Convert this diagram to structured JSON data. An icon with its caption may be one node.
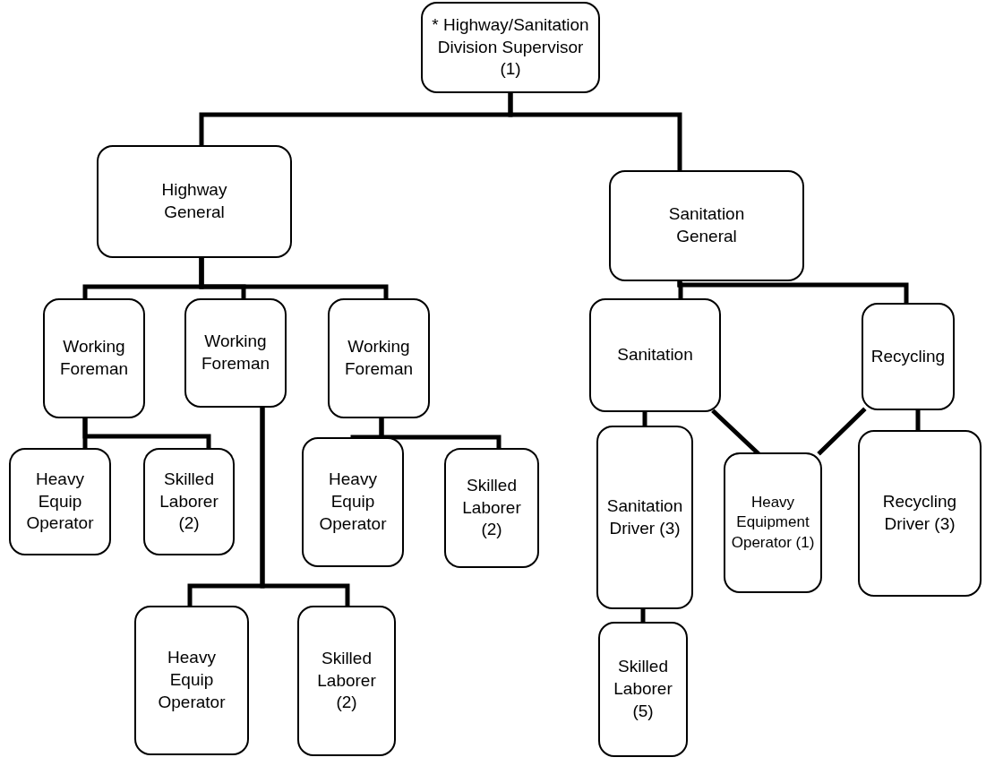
{
  "diagram": {
    "nodes": [
      {
        "text": [
          "* Highway/Sanitation Division Supervisor (1)"
        ]
      },
      {
        "text": [
          "Highway General"
        ]
      },
      {
        "text": [
          "Sanitation General"
        ]
      },
      {
        "text": [
          "Working Foreman"
        ]
      },
      {
        "text": [
          "Working Foreman"
        ]
      },
      {
        "text": [
          "Working Foreman"
        ]
      },
      {
        "text": [
          "Sanitation"
        ]
      },
      {
        "text": [
          "Recycling"
        ]
      },
      {
        "text": [
          "Heavy Equip Operator"
        ]
      },
      {
        "text": [
          "Skilled Laborer (2)"
        ]
      },
      {
        "text": [
          "Heavy Equip Operator"
        ]
      },
      {
        "text": [
          "Skilled Laborer (2)"
        ]
      },
      {
        "text": [
          "Heavy Equip Operator"
        ]
      },
      {
        "text": [
          "Skilled Laborer (2)"
        ]
      },
      {
        "text": [
          "Sanitation Driver (3)"
        ]
      },
      {
        "text": [
          "Heavy Equipment Operator (1)"
        ]
      },
      {
        "text": [
          "Recycling Driver (3)"
        ]
      },
      {
        "text": [
          "Skilled Laborer (5)"
        ]
      }
    ],
    "edges": [
      {
        "from": 0,
        "to": 1,
        "arrow": "none"
      },
      {
        "from": 0,
        "to": 2,
        "arrow": "none"
      },
      {
        "from": 1,
        "to": 3,
        "arrow": "none"
      },
      {
        "from": 1,
        "to": 4,
        "arrow": "none"
      },
      {
        "from": 1,
        "to": 5,
        "arrow": "none"
      },
      {
        "from": 2,
        "to": 6,
        "arrow": "none"
      },
      {
        "from": 2,
        "to": 7,
        "arrow": "none"
      },
      {
        "from": 3,
        "to": 8,
        "arrow": "none"
      },
      {
        "from": 3,
        "to": 9,
        "arrow": "none"
      },
      {
        "from": 5,
        "to": 10,
        "arrow": "none"
      },
      {
        "from": 5,
        "to": 11,
        "arrow": "none"
      },
      {
        "from": 4,
        "to": 12,
        "arrow": "none"
      },
      {
        "from": 4,
        "to": 13,
        "arrow": "none"
      },
      {
        "from": 6,
        "to": 14,
        "arrow": "none"
      },
      {
        "from": 6,
        "to": 15,
        "arrow": "none"
      },
      {
        "from": 7,
        "to": 15,
        "arrow": "none"
      },
      {
        "from": 7,
        "to": 16,
        "arrow": "none"
      },
      {
        "from": 14,
        "to": 17,
        "arrow": "none"
      }
    ]
  }
}
